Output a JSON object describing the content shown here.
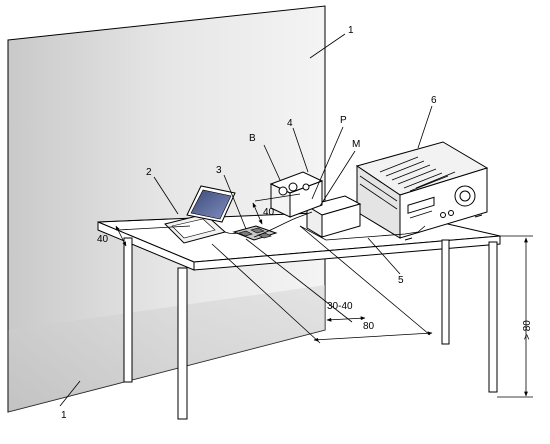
{
  "labels": {
    "wall_top": "1",
    "wall_bottom": "1",
    "laptop": "2",
    "module": "3",
    "item_4": "4",
    "item_5": "5",
    "item_6": "6",
    "item_b": "B",
    "item_p": "P",
    "item_m": "M"
  },
  "dimensions": {
    "edge_left": "40",
    "edge_mid": "40",
    "gap": "30-40",
    "depth": "80",
    "height": "> 80"
  }
}
